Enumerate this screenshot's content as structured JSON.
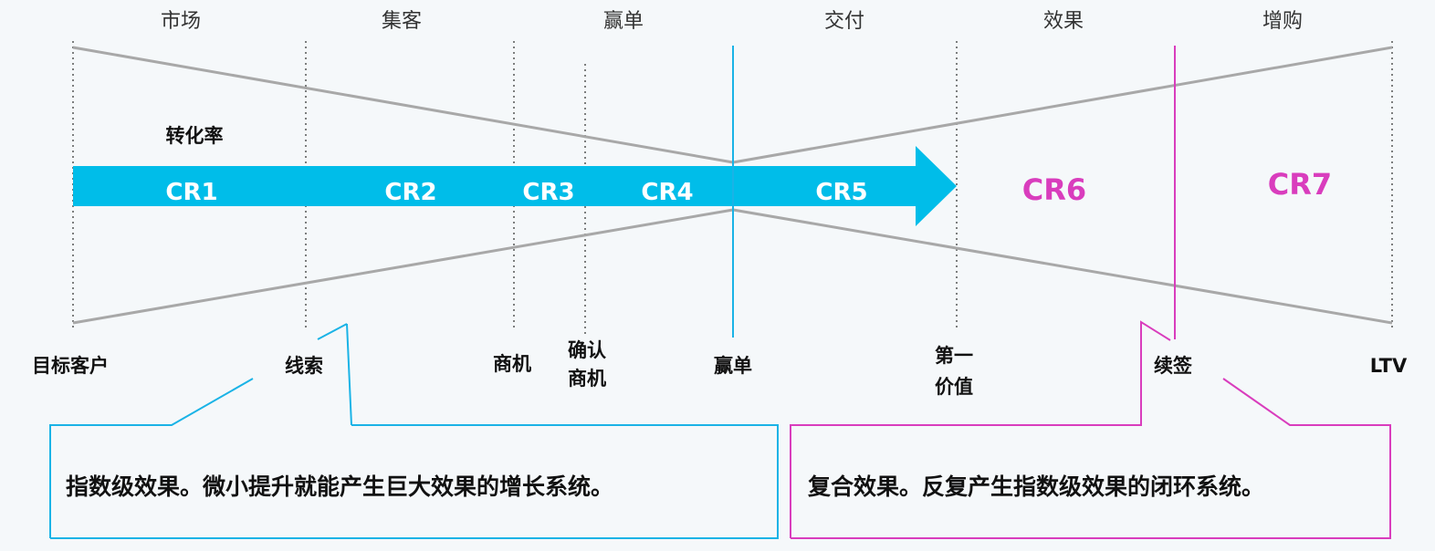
{
  "stages": [
    "市场",
    "集客",
    "赢单",
    "交付",
    "效果",
    "增购"
  ],
  "conversion_title": "转化率",
  "arrow_rates": [
    "CR1",
    "CR2",
    "CR3",
    "CR4",
    "CR5"
  ],
  "outer_rates": [
    "CR6",
    "CR7"
  ],
  "milestones": {
    "target": "目标客户",
    "lead": "线索",
    "opportunity": "商机",
    "confirmed_1": "确认",
    "confirmed_2": "商机",
    "win": "赢单",
    "first_value_1": "第一",
    "first_value_2": "价值",
    "renewal": "续签",
    "ltv": "LTV"
  },
  "callouts": {
    "left": "指数级效果。微小提升就能产生巨大效果的增长系统。",
    "right": "复合效果。反复产生指数级效果的闭环系统。"
  },
  "colors": {
    "arrow": "#00bde9",
    "accent_blue": "#1ab3e6",
    "accent_pink": "#d93dbd",
    "lines": "#a8a8a8",
    "guides": "#555555"
  }
}
